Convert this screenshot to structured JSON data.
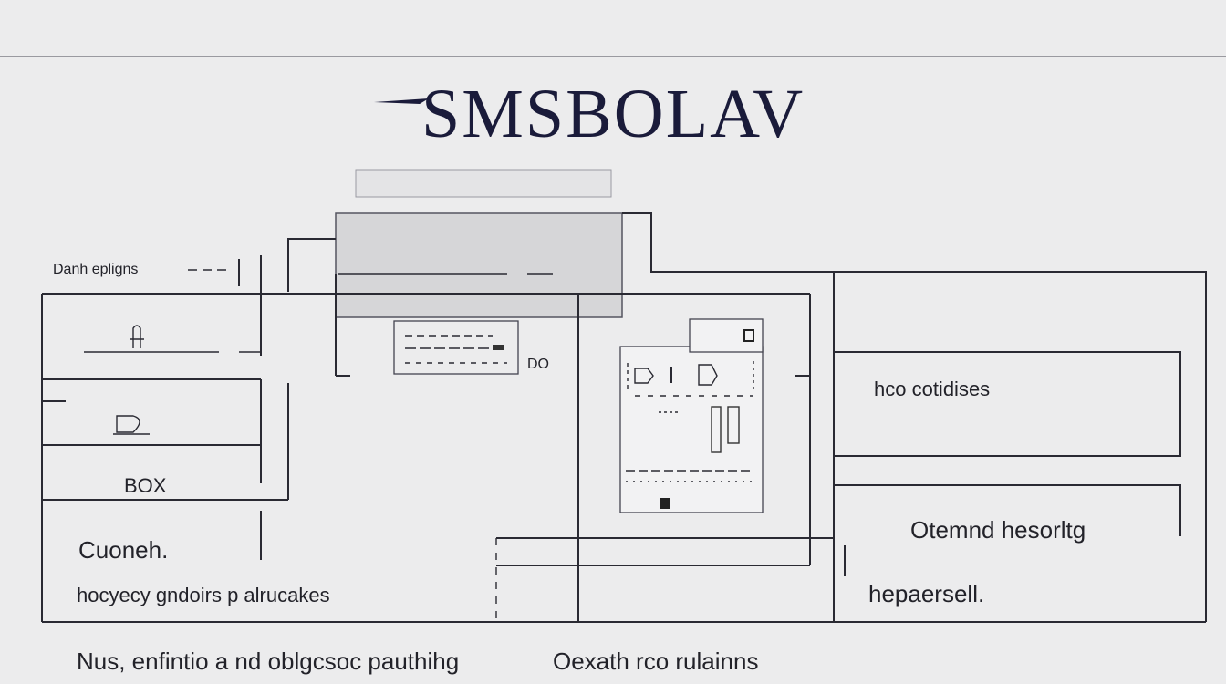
{
  "title": "SMSBOLAV",
  "labels": {
    "top_left": "Danh epligns",
    "box": "BOX",
    "do": "DO",
    "left_main_line1": "Cuoneh.",
    "left_main_line2": "hocyecy gndoirs  p alrucakes",
    "right_top": "hco cotidises",
    "right_bottom_line1": "Otemnd hesorltg",
    "right_bottom_line2": "hepaersell.",
    "footer_left": "Nus, enfintio a nd oblgcsoc pauthihg",
    "footer_right": "Oexath rco rulainns"
  }
}
